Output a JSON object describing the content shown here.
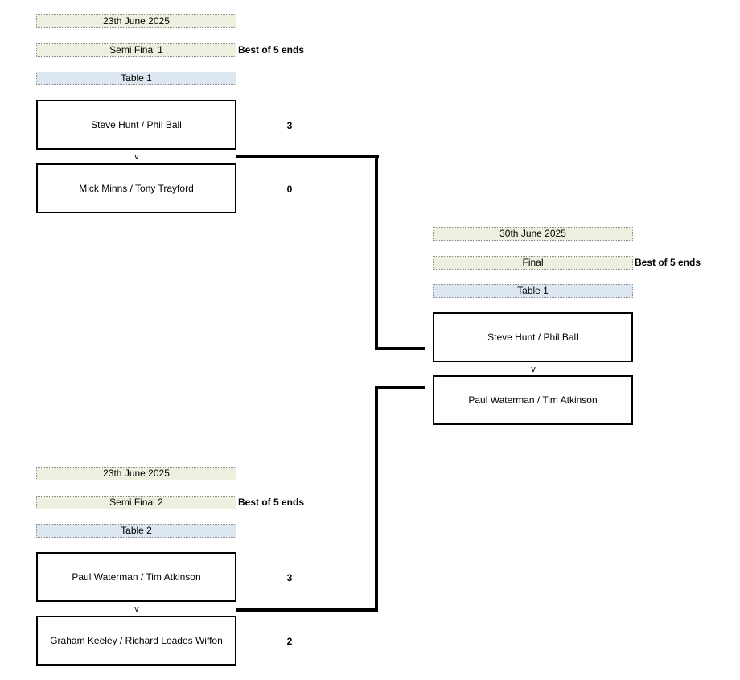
{
  "semi1": {
    "date": "23th June 2025",
    "round": "Semi Final 1",
    "format": "Best of 5 ends",
    "table": "Table 1",
    "team_a": "Steve Hunt / Phil Ball",
    "vs": "v",
    "team_b": "Mick Minns / Tony Trayford",
    "score_a": "3",
    "score_b": "0"
  },
  "final": {
    "date": "30th June 2025",
    "round": "Final",
    "format": "Best of 5 ends",
    "table": "Table 1",
    "team_a": "Steve Hunt / Phil Ball",
    "vs": "v",
    "team_b": "Paul Waterman / Tim Atkinson"
  },
  "semi2": {
    "date": "23th June 2025",
    "round": "Semi Final 2",
    "format": "Best of 5 ends",
    "table": "Table 2",
    "team_a": "Paul Waterman / Tim Atkinson",
    "vs": "v",
    "team_b": "Graham Keeley / Richard Loades Wiffon",
    "score_a": "3",
    "score_b": "2"
  }
}
